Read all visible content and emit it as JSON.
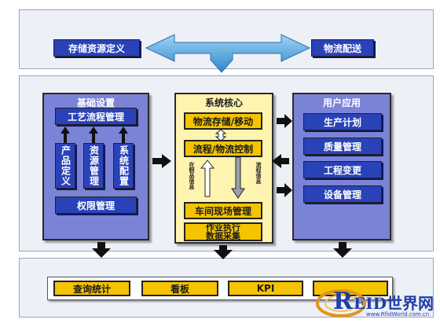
{
  "top": {
    "left_box": "存储资源定义",
    "right_box": "物流配送"
  },
  "left_panel": {
    "title": "基础设置",
    "process": "工艺流程管理",
    "col1": "产品定义",
    "col2": "资源管理",
    "col3": "系统配置",
    "permissions": "权限管理"
  },
  "core_panel": {
    "title": "系统核心",
    "box1": "物流存储/移动",
    "box2": "流程/物流控制",
    "left_note": "在制品信息",
    "right_note": "流程信息",
    "box3": "车间现场管理",
    "box4_line1": "作业执行",
    "box4_line2": "数据采集"
  },
  "right_panel": {
    "title": "用户应用",
    "items": [
      "生产计划",
      "质量管理",
      "工程变更",
      "设备管理"
    ]
  },
  "bottom": {
    "items": [
      "查询统计",
      "看板",
      "KPI"
    ]
  },
  "watermark": {
    "text": "EID世界网",
    "letter": "R",
    "url": "www.RfidWorld.com.cn"
  },
  "colors": {
    "band_bg": "#eef0f8",
    "blue_panel": "#7b83d6",
    "core_panel": "#fff3b0",
    "blue_box": "#2a42b8",
    "gold_box": "#f5c400",
    "arrow": "#3a9ad9"
  }
}
